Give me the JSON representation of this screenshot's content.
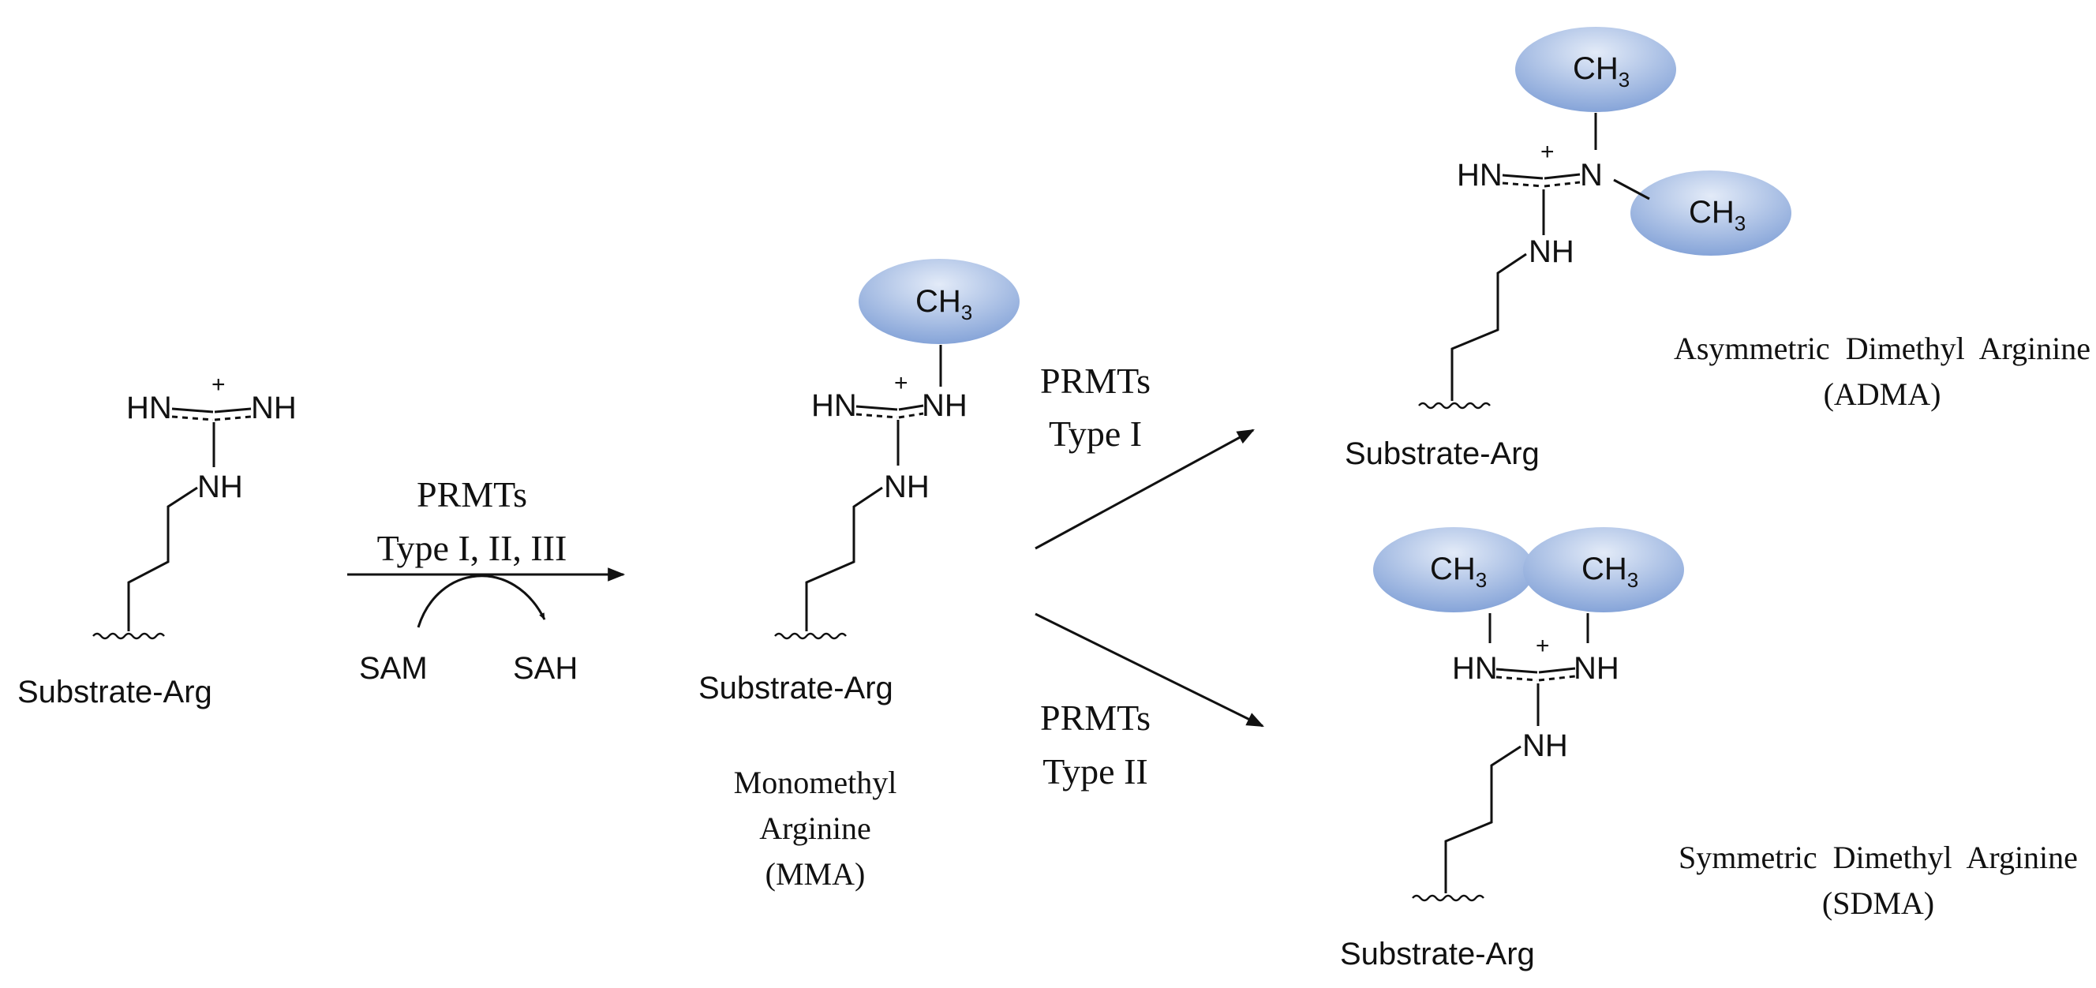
{
  "colors": {
    "ellipse_light": "#e3ebf8",
    "ellipse_dark": "#7f9fd6",
    "ink": "#111111"
  },
  "molecules": {
    "arg": {
      "hn": "HN",
      "charge": "+",
      "nh_right": "NH",
      "nh_bottom": "NH",
      "substrate": "Substrate-Arg"
    },
    "mma": {
      "hn": "HN",
      "charge": "+",
      "nh_right": "NH",
      "nh_bottom": "NH",
      "ch3_main": "CH",
      "ch3_sub": "3",
      "substrate": "Substrate-Arg",
      "name_line1": "Monomethyl",
      "name_line2": "Arginine",
      "name_line3": "(MMA)"
    },
    "adma": {
      "hn": "HN",
      "charge": "+",
      "n_right": "N",
      "nh_bottom": "NH",
      "ch3_top_main": "CH",
      "ch3_top_sub": "3",
      "ch3_right_main": "CH",
      "ch3_right_sub": "3",
      "substrate": "Substrate-Arg",
      "name_line1": "Asymmetric  Dimethyl  Arginine",
      "name_line2": "(ADMA)"
    },
    "sdma": {
      "hn": "HN",
      "charge": "+",
      "nh_right": "NH",
      "nh_bottom": "NH",
      "ch3_left_main": "CH",
      "ch3_left_sub": "3",
      "ch3_right_main": "CH",
      "ch3_right_sub": "3",
      "substrate": "Substrate-Arg",
      "name_line1": "Symmetric  Dimethyl  Arginine",
      "name_line2": "(SDMA)"
    }
  },
  "reactions": {
    "step1": {
      "enzyme": "PRMTs",
      "types": "Type I, II, III",
      "cofactor_in": "SAM",
      "cofactor_out": "SAH"
    },
    "to_adma": {
      "enzyme": "PRMTs",
      "types": "Type I"
    },
    "to_sdma": {
      "enzyme": "PRMTs",
      "types": "Type II"
    }
  }
}
